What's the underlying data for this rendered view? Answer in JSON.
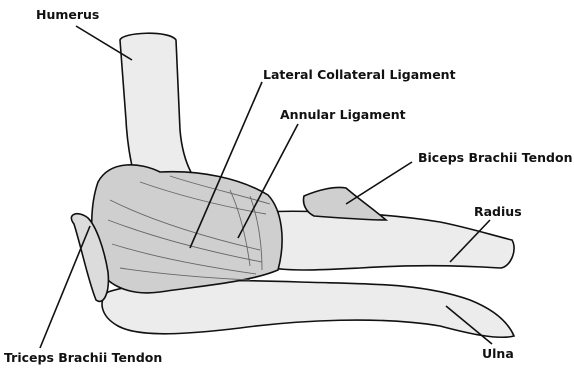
{
  "labels": {
    "humerus": "Humerus",
    "lateral_collateral_ligament": "Lateral Collateral Ligament",
    "annular_ligament": "Annular Ligament",
    "biceps_brachii_tendon": "Biceps Brachii Tendon",
    "radius": "Radius",
    "triceps_brachii_tendon": "Triceps Brachii Tendon",
    "ulna": "Ulna"
  },
  "colors": {
    "bone_fill": "#ececec",
    "ligament_fill": "#cfcfcf",
    "outline": "#111111",
    "leader_line": "#111111"
  }
}
